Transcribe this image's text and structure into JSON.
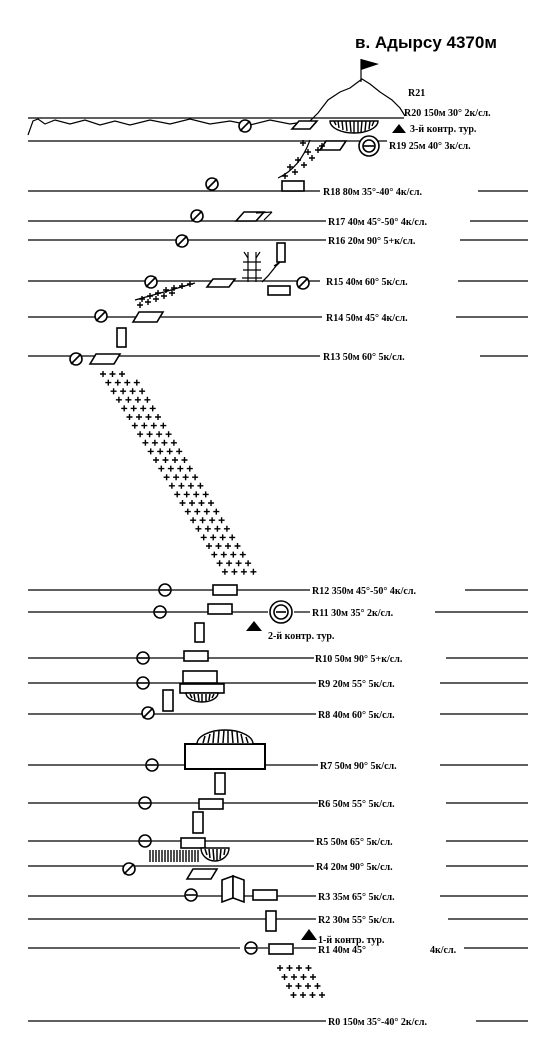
{
  "title": "в. Адырсу 4370м",
  "control_turs": {
    "first": "1-й контр. тур.",
    "second": "2-й контр. тур.",
    "third": "3-й контр. тур."
  },
  "pitches": [
    {
      "id": "R21",
      "text": "R21"
    },
    {
      "id": "R20",
      "text": "R20  150м 30° 2к/сл."
    },
    {
      "id": "R19",
      "text": "R19    25м  40° 3к/сл."
    },
    {
      "id": "R18",
      "text": "R18  80м  35°-40°  4к/сл."
    },
    {
      "id": "R17",
      "text": "R17 40м  45°-50°  4к/сл."
    },
    {
      "id": "R16",
      "text": "R16  20м  90°  5+к/сл."
    },
    {
      "id": "R15",
      "text": "R15  40м  60°  5к/сл."
    },
    {
      "id": "R14",
      "text": "R14  50м  45°  4к/сл."
    },
    {
      "id": "R13",
      "text": "R13       50м  60°  5к/сл."
    },
    {
      "id": "R12",
      "text": "R12  350м  45°-50°  4к/сл."
    },
    {
      "id": "R11",
      "text": "R11  30м  35°  2к/сл."
    },
    {
      "id": "R10",
      "text": "R10  50м  90°  5+к/сл."
    },
    {
      "id": "R9",
      "text": "R9     20м  55°  5к/сл."
    },
    {
      "id": "R8",
      "text": "R8     40м  60°  5к/сл."
    },
    {
      "id": "R7",
      "text": "R7    50м  90°  5к/сл."
    },
    {
      "id": "R6",
      "text": "R6     50м   55°   5к/сл."
    },
    {
      "id": "R5",
      "text": "R5     50м   65°   5к/сл."
    },
    {
      "id": "R4",
      "text": "R4     20м   90°  5к/сл."
    },
    {
      "id": "R3",
      "text": "R3    35м  65°   5к/сл."
    },
    {
      "id": "R2",
      "text": "R2   30м    55°   5к/сл."
    },
    {
      "id": "R1",
      "text": "R1    40м   45°"
    },
    {
      "id": "R1b",
      "text": "4к/сл."
    },
    {
      "id": "R0",
      "text": "R0  150м 35°-40°  2к/сл."
    }
  ]
}
